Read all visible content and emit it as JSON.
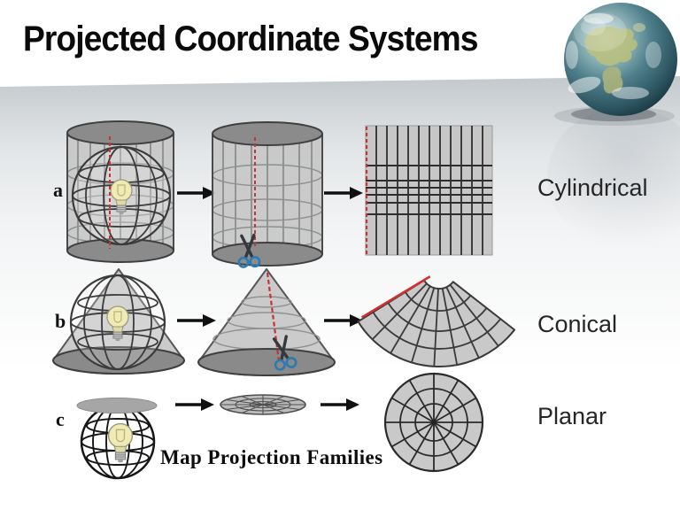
{
  "slide": {
    "title": "Projected Coordinate Systems",
    "caption": "Map Projection Families"
  },
  "rows": [
    {
      "letter": "a",
      "family": "Cylindrical"
    },
    {
      "letter": "b",
      "family": "Conical"
    },
    {
      "letter": "c",
      "family": "Planar"
    }
  ],
  "colors": {
    "cut_line_red": "#c83232",
    "scissors_blue": "#2a7ab5",
    "bulb_yellow": "#f0ebb4",
    "surface_band_gray": "#c3c8cc",
    "diagram_fill_gray": "#c6c6c6",
    "diagram_dark_gray": "#8b8b8b"
  }
}
